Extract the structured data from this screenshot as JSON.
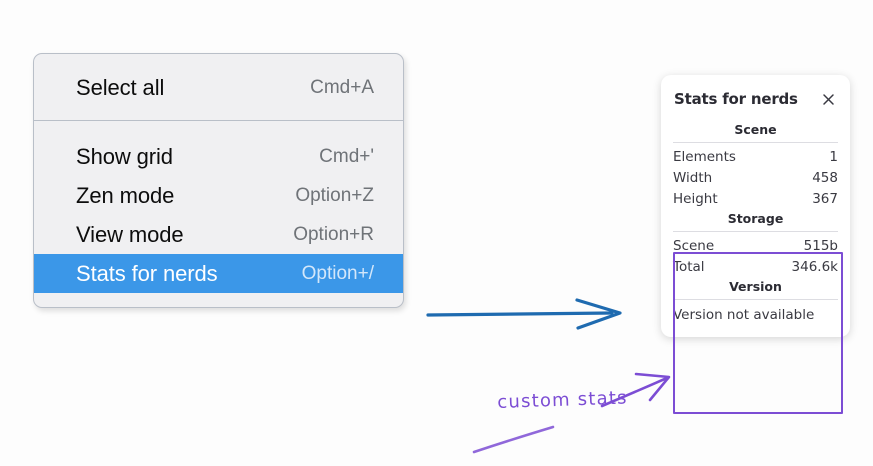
{
  "page": {
    "background": "#fdfdfd",
    "accent_blue": "#3b97e8",
    "accent_purple": "#7c4dd4",
    "arrow_blue": "#1f6bb0"
  },
  "context_menu": {
    "groups": [
      {
        "name": "group-top",
        "items": [
          {
            "label": "Select all",
            "shortcut": "Cmd+A",
            "selected": false
          }
        ]
      },
      {
        "name": "group-main",
        "items": [
          {
            "label": "Show grid",
            "shortcut": "Cmd+'",
            "selected": false
          },
          {
            "label": "Zen mode",
            "shortcut": "Option+Z",
            "selected": false
          },
          {
            "label": "View mode",
            "shortcut": "Option+R",
            "selected": false
          },
          {
            "label": "Stats for nerds",
            "shortcut": "Option+/",
            "selected": true
          }
        ]
      }
    ]
  },
  "stats_panel": {
    "title": "Stats for nerds",
    "close_icon": "close-icon",
    "sections": [
      {
        "heading": "Scene",
        "rows": [
          {
            "key": "Elements",
            "value": "1"
          },
          {
            "key": "Width",
            "value": "458"
          },
          {
            "key": "Height",
            "value": "367"
          }
        ]
      },
      {
        "heading": "Storage",
        "rows": [
          {
            "key": "Scene",
            "value": "515b"
          },
          {
            "key": "Total",
            "value": "346.6k"
          }
        ]
      },
      {
        "heading": "Version",
        "single": "Version not available"
      }
    ]
  },
  "annotations": {
    "label": "custom stats",
    "blue_arrow": "arrow-right-icon",
    "purple_arrow": "arrow-up-right-icon",
    "purple_underline": "underline-stroke"
  }
}
